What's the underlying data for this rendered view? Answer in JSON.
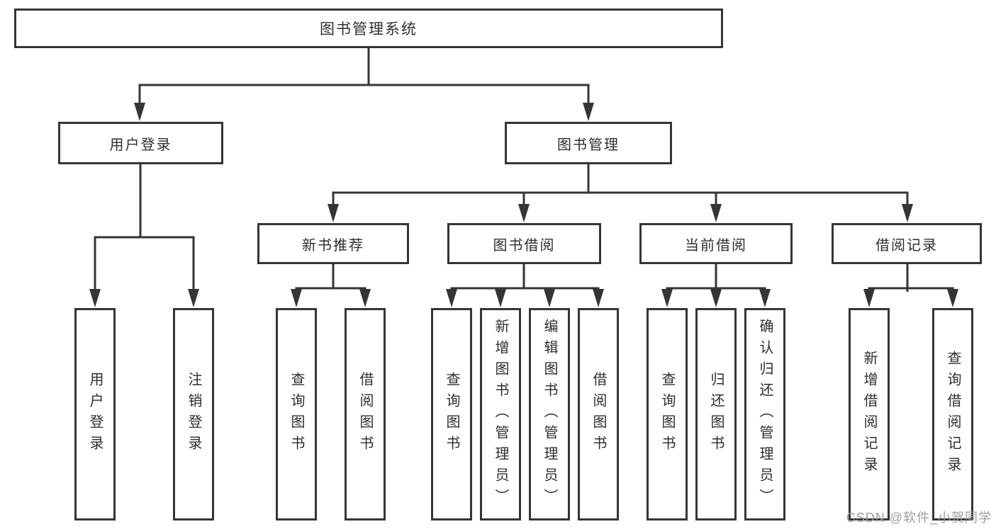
{
  "diagram": {
    "root_label": "图书管理系统",
    "level2": [
      {
        "label": "用户登录"
      },
      {
        "label": "图书管理"
      }
    ],
    "level3": [
      {
        "label": "新书推荐"
      },
      {
        "label": "图书借阅"
      },
      {
        "label": "当前借阅"
      },
      {
        "label": "借阅记录"
      }
    ],
    "leaf_groups": [
      {
        "items": [
          "用户登录",
          "注销登录"
        ]
      },
      {
        "items": [
          "查询图书",
          "借阅图书"
        ]
      },
      {
        "items": [
          "查询图书",
          "新增图书（管理员）",
          "编辑图书（管理员）",
          "借阅图书"
        ]
      },
      {
        "items": [
          "查询图书",
          "归还图书",
          "确认归还（管理员）"
        ]
      },
      {
        "items": [
          "新增借阅记录",
          "查询借阅记录"
        ]
      }
    ],
    "line_color": "#353535"
  },
  "watermark": {
    "text": "CSDN @软件_小贺同学",
    "color": "#9c9c9c"
  }
}
